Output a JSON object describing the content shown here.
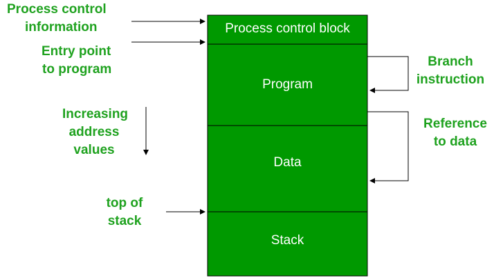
{
  "memory": {
    "segments": [
      {
        "label": "Process control block"
      },
      {
        "label": "Program"
      },
      {
        "label": "Data"
      },
      {
        "label": "Stack"
      }
    ],
    "fill_color": "#009900",
    "text_color": "#ffffff"
  },
  "annotations": {
    "pcb_info": {
      "lines": [
        "Process control",
        "information"
      ]
    },
    "entry_point": {
      "lines": [
        "Entry point",
        "to program"
      ]
    },
    "increasing_address": {
      "lines": [
        "Increasing",
        "address",
        "values"
      ]
    },
    "top_of_stack": {
      "lines": [
        "top of",
        "stack"
      ]
    },
    "branch_instruction": {
      "lines": [
        "Branch",
        "instruction"
      ]
    },
    "reference_to_data": {
      "lines": [
        "Reference",
        "to data"
      ]
    },
    "color": "#1fa21f"
  }
}
